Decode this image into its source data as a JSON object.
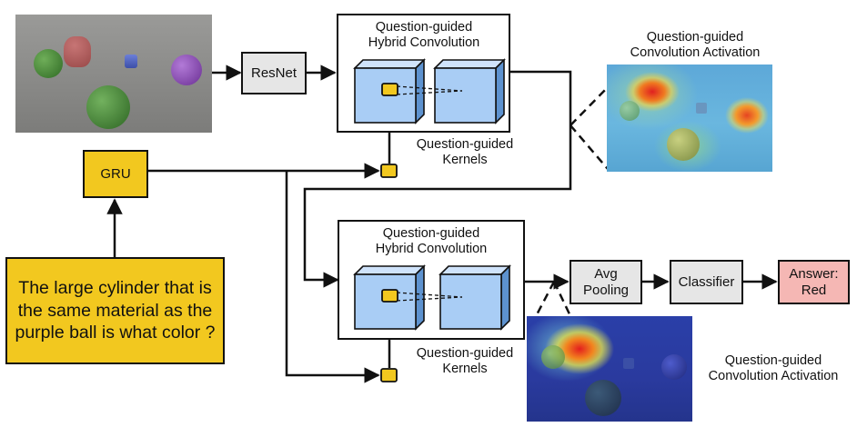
{
  "nodes": {
    "resnet": "ResNet",
    "gru": "GRU",
    "avg_pooling": "Avg\nPooling",
    "classifier": "Classifier",
    "answer": "Answer:\nRed"
  },
  "question": "The large cylinder that is the same material as the purple ball is what color ?",
  "hybrid_conv_top": "Question-guided\nHybrid Convolution",
  "hybrid_conv_bottom": "Question-guided\nHybrid Convolution",
  "kernels_top": "Question-guided\nKernels",
  "kernels_bottom": "Question-guided\nKernels",
  "activation_top": "Question-guided\nConvolution Activation",
  "activation_bottom": "Question-guided\nConvolution Activation",
  "colors": {
    "gru_fill": "#f2c81f",
    "question_fill": "#f2c81f",
    "kernel_fill": "#f2c81f",
    "feature_map_fill": "#a9cdf5",
    "feature_map_side": "#5d92cf",
    "process_fill": "#e6e6e6",
    "answer_fill": "#f5b7b4"
  }
}
